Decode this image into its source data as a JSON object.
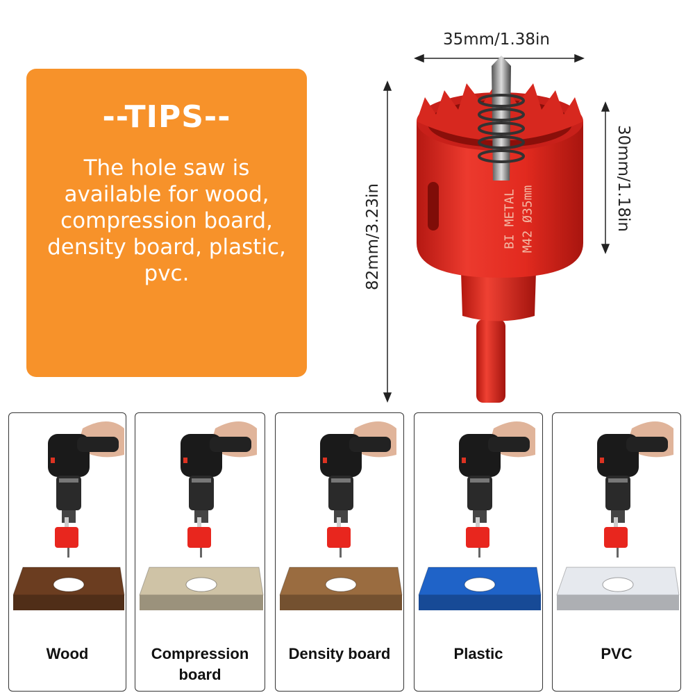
{
  "tips": {
    "title": "--TIPS--",
    "body": "The hole saw is available for wood, compression board, density board, plastic, pvc."
  },
  "dimensions": {
    "diameter": "35mm/1.38in",
    "cut_depth": "30mm/1.18in",
    "total_length": "82mm/3.23in"
  },
  "product": {
    "engraving_line1": "BI METAL",
    "engraving_line2": "M42 Ø35mm",
    "color": "#e8261e"
  },
  "materials": [
    {
      "label": "Wood",
      "color": "#6b3d20"
    },
    {
      "label": "Compression board",
      "color": "#cfc3a6"
    },
    {
      "label": "Density board",
      "color": "#9a6c40"
    },
    {
      "label": "Plastic",
      "color": "#1f63c8"
    },
    {
      "label": "PVC",
      "color": "#e6e9ee"
    }
  ]
}
